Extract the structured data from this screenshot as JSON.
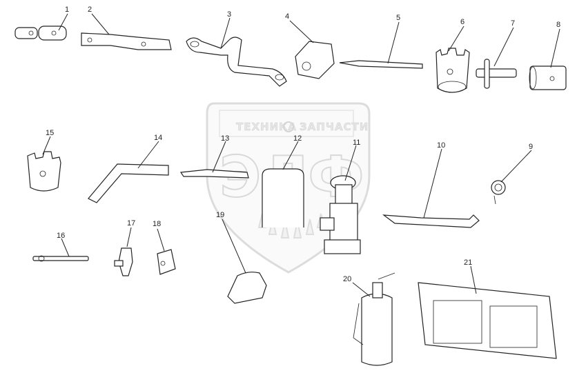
{
  "watermark": {
    "text_left": "ТЕХНИКА",
    "text_right": "ЗАПЧАСТИ",
    "monogram": "ЭЛФ"
  },
  "callouts": [
    "1",
    "2",
    "3",
    "4",
    "5",
    "6",
    "7",
    "8",
    "9",
    "10",
    "11",
    "12",
    "13",
    "14",
    "15",
    "16",
    "17",
    "18",
    "19",
    "20",
    "21"
  ],
  "colors": {
    "line": "#222222",
    "watermark": "#d9d9d9"
  }
}
